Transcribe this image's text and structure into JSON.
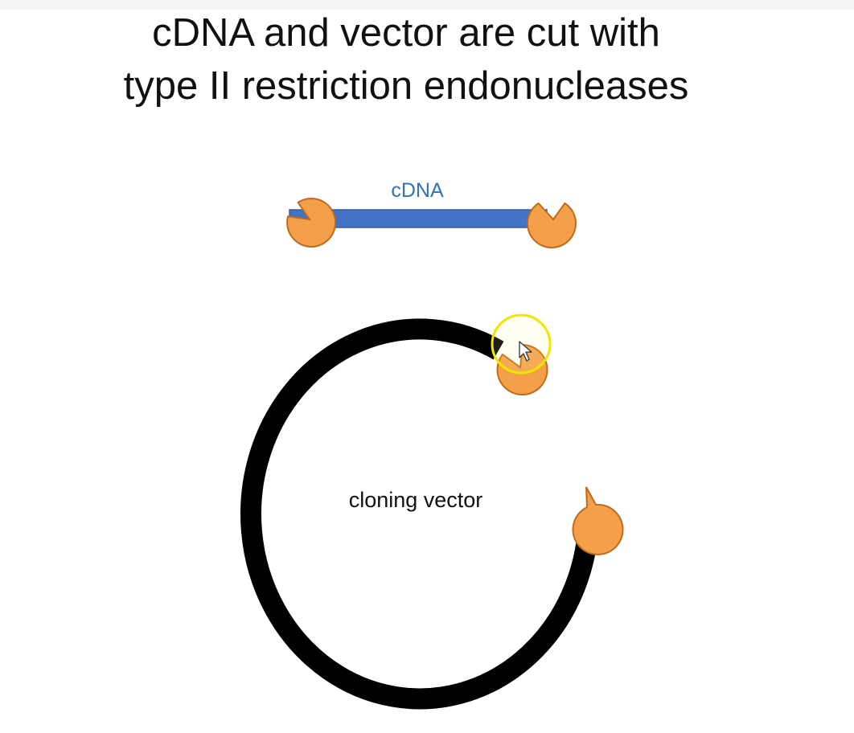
{
  "slide": {
    "title_line_1": "cDNA and vector are cut with",
    "title_line_2": "type II restriction endonucleases"
  },
  "diagram": {
    "cdna_label": "cDNA",
    "vector_label": "cloning vector",
    "colors": {
      "cdna_strand": "#4472c4",
      "cdna_label": "#2e75b6",
      "enzyme_fill": "#f4a04a",
      "enzyme_stroke": "#c06a1a",
      "vector_ring": "#000000",
      "cursor_highlight": "#f2e600"
    },
    "icons": [
      "restriction-enzyme-icon",
      "mouse-cursor-icon"
    ]
  }
}
